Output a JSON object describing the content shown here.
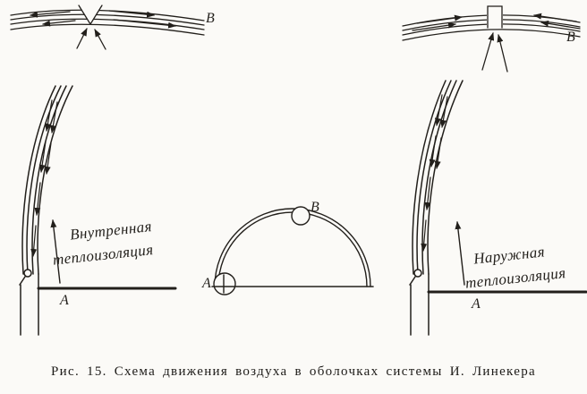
{
  "figure": {
    "caption": "Рис. 15. Схема движения воздуха в оболочках системы И. Линекера"
  },
  "labels": {
    "top_left_vent": "В",
    "top_right_vent": "В",
    "left_wall_base": "А",
    "right_wall_base": "А",
    "dome_base": "А",
    "dome_apex": "В",
    "left_insulation_line1": "Внутренная",
    "left_insulation_line2": "теплоизоляция",
    "right_insulation_line1": "Наружная",
    "right_insulation_line2": "теплоизоляция"
  },
  "colors": {
    "ink": "#221f1b",
    "paper": "#fbfaf7"
  }
}
